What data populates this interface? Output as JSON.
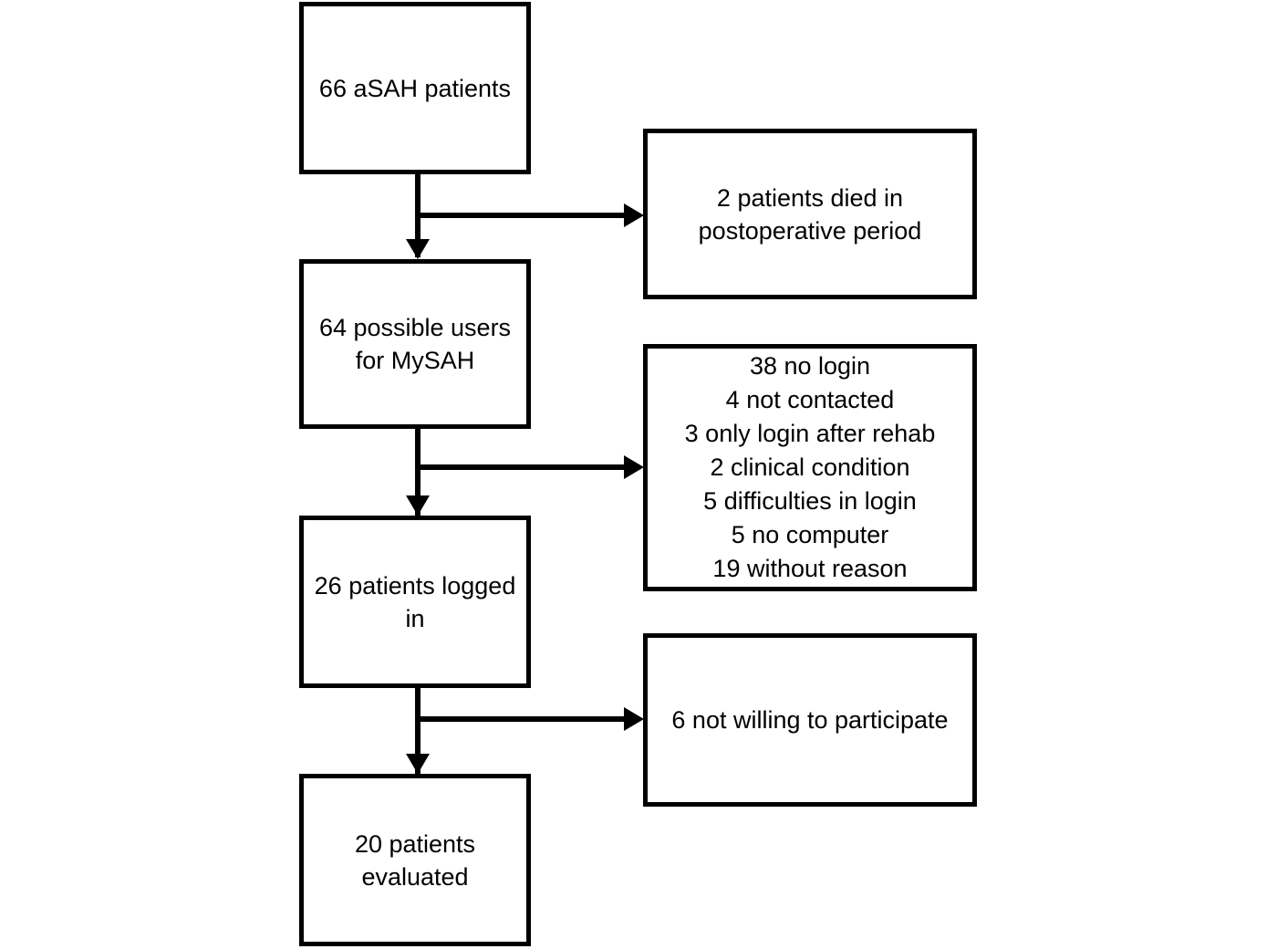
{
  "figure": {
    "type": "flowchart",
    "orientation": "top-to-bottom with right-side exclusion branches",
    "background_color": "#ffffff",
    "stroke_color": "#000000"
  },
  "main_flow": [
    {
      "id": "node-asah-patients",
      "label": "66 aSAH patients",
      "count": 66
    },
    {
      "id": "node-possible-users",
      "label": "64 possible users\nfor MySAH",
      "count": 64
    },
    {
      "id": "node-logged-in",
      "label": "26 patients logged\nin",
      "count": 26
    },
    {
      "id": "node-evaluated",
      "label": "20 patients\nevaluated",
      "count": 20
    }
  ],
  "exclusions": [
    {
      "id": "node-died",
      "label": "2 patients died in\npostoperative period",
      "count": 2
    },
    {
      "id": "node-no-login-reasons",
      "lines": [
        "38 no login",
        "4 not contacted",
        "3 only login after rehab",
        "2 clinical condition",
        "5 difficulties in login",
        "5 no computer",
        "19 without reason"
      ]
    },
    {
      "id": "node-not-willing",
      "label": "6 not willing to participate",
      "count": 6
    }
  ]
}
